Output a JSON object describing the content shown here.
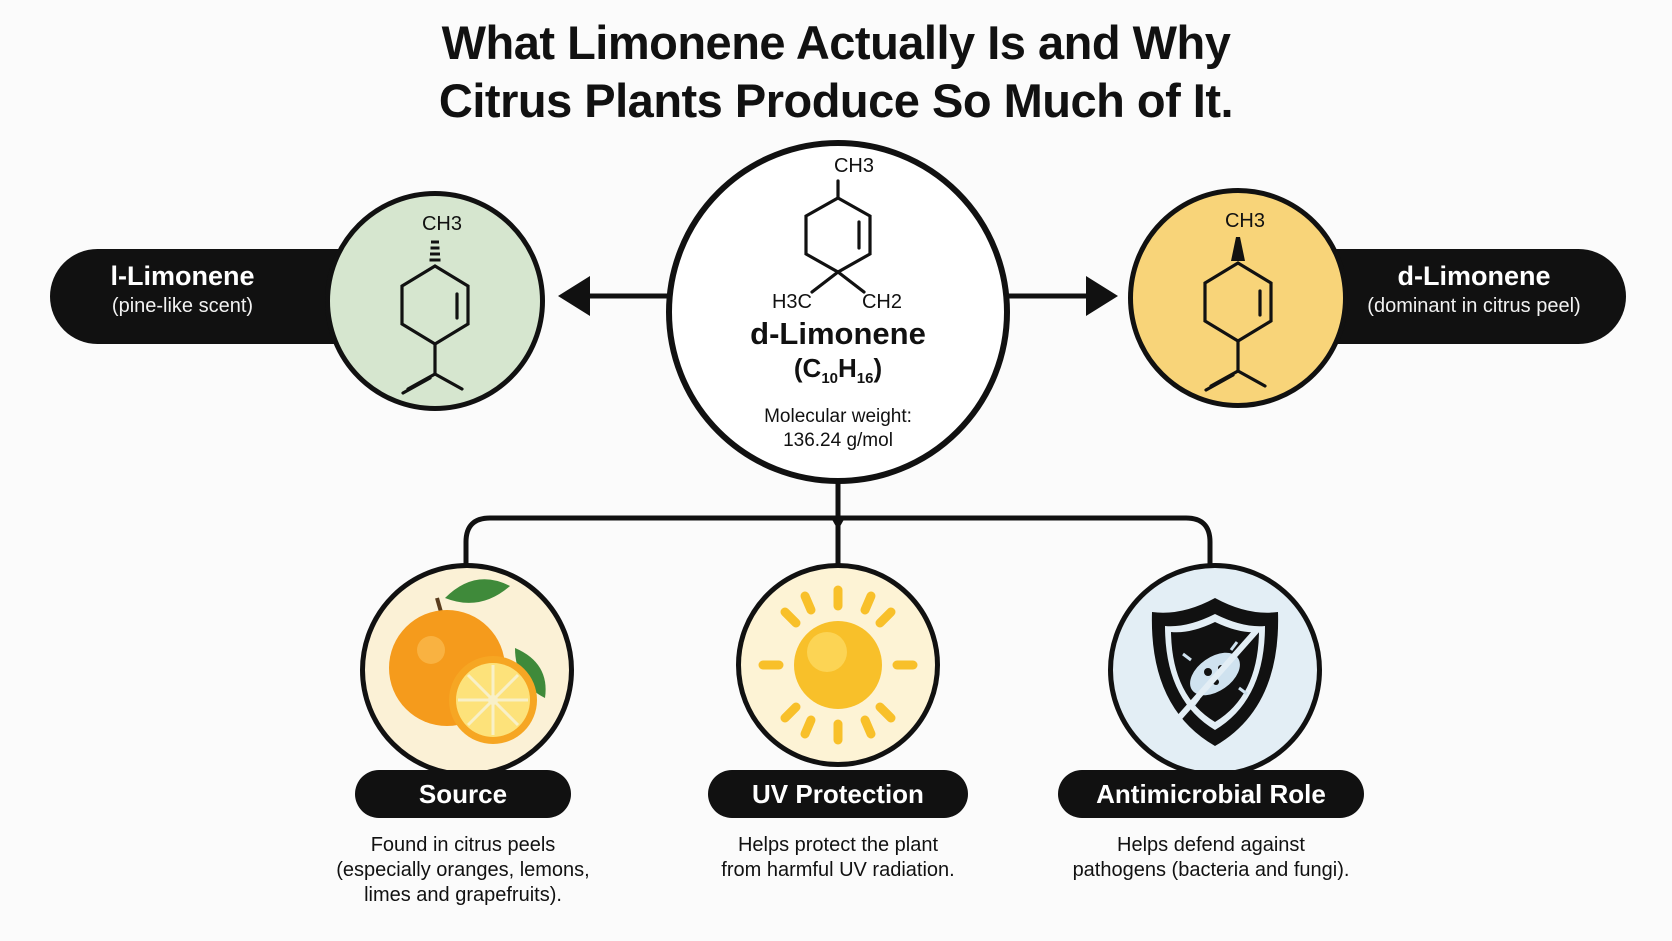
{
  "title": {
    "line1": "What Limonene Actually Is and Why",
    "line2": "Citrus Plants Produce So Much of It."
  },
  "center": {
    "name": "d-Limonene",
    "formula": "(C10H16)",
    "formula_main_c": "C",
    "formula_sub_c": "10",
    "formula_main_h": "H",
    "formula_sub_h": "16",
    "mw_line1": "Molecular weight:",
    "mw_line2": "136.24 g/mol",
    "labels": {
      "ch3_top": "CH3",
      "h3c": "H3C",
      "ch2": "CH2"
    }
  },
  "left_isomer": {
    "name": "l-Limonene",
    "note": "(pine-like scent)",
    "ch3": "CH3",
    "color": "#d6e6cf"
  },
  "right_isomer": {
    "name": "d-Limonene",
    "note": "(dominant in citrus peel)",
    "ch3": "CH3",
    "color": "#f8d479"
  },
  "roles": [
    {
      "label": "Source",
      "icon": "citrus-fruit-icon",
      "bg": "#fbf1d6",
      "lines": [
        "Found in citrus peels",
        "(especially oranges, lemons,",
        "limes and grapefruits)."
      ]
    },
    {
      "label": "UV Protection",
      "icon": "sun-icon",
      "bg": "#fdf3d5",
      "lines": [
        "Helps protect the plant",
        "from harmful UV radiation."
      ]
    },
    {
      "label": "Antimicrobial Role",
      "icon": "shield-icon",
      "bg": "#e3eef5",
      "lines": [
        "Helps defend against",
        "pathogens (bacteria and fungi)."
      ]
    }
  ],
  "colors": {
    "ink": "#111111",
    "background": "#fbfbfb"
  }
}
